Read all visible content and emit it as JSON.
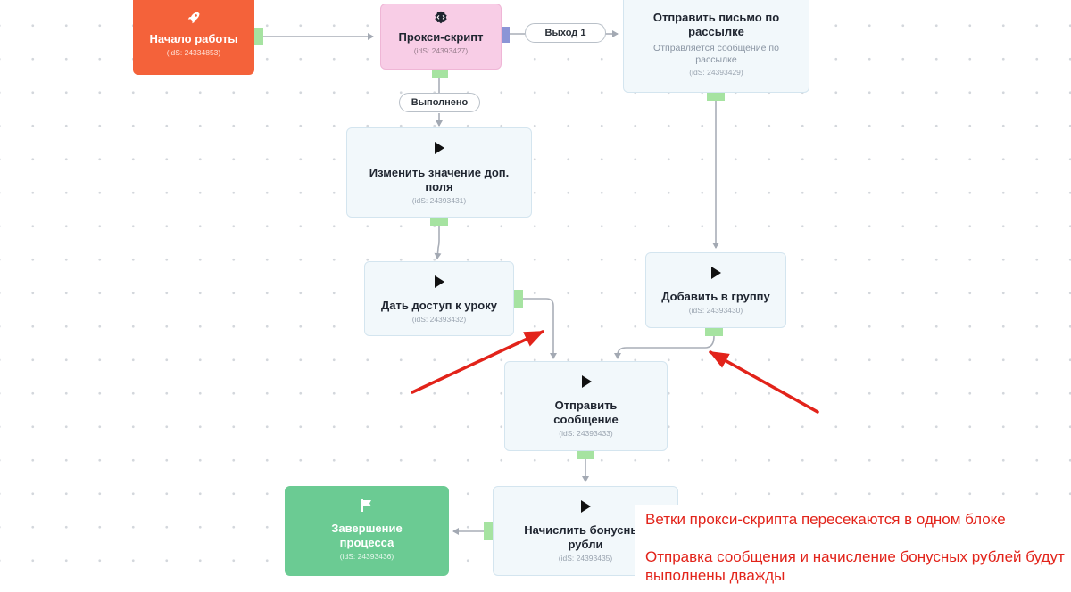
{
  "nodes": {
    "start": {
      "title": "Начало работы",
      "ids": "(idS: 24334853)",
      "icon": "rocket-icon",
      "color": "#f4623a"
    },
    "proxy": {
      "title": "Прокси-скрипт",
      "ids": "(idS: 24393427)",
      "icon": "code-badge-icon",
      "color": "#f8cde6"
    },
    "mail": {
      "title": "Отправить письмо по рассылке",
      "desc": "Отправляется сообщение по рассылке",
      "ids": "(idS: 24393429)"
    },
    "change_field": {
      "title": "Изменить значение доп. поля",
      "ids": "(idS: 24393431)",
      "icon": "play-icon"
    },
    "lesson_access": {
      "title": "Дать доступ к уроку",
      "ids": "(idS: 24393432)",
      "icon": "play-icon"
    },
    "add_group": {
      "title": "Добавить в группу",
      "ids": "(idS: 24393430)",
      "icon": "play-icon"
    },
    "send_message": {
      "title": "Отправить сообщение",
      "ids": "(idS: 24393433)",
      "icon": "play-icon"
    },
    "bonus": {
      "title": "Начислить бонусные рубли",
      "ids": "(idS: 24393435)",
      "icon": "play-icon"
    },
    "finish": {
      "title": "Завершение процесса",
      "ids": "(idS: 24393436)",
      "icon": "flag-icon",
      "color": "#6bcb93"
    }
  },
  "edge_labels": {
    "exit1": "Выход 1",
    "done": "Выполнено"
  },
  "annotation": {
    "line1": "Ветки прокси-скрипта пересекаются в одном блоке",
    "line2": "Отправка сообщения и начисление бонусных рублей будут выполнены дважды",
    "color": "#e2231a"
  }
}
